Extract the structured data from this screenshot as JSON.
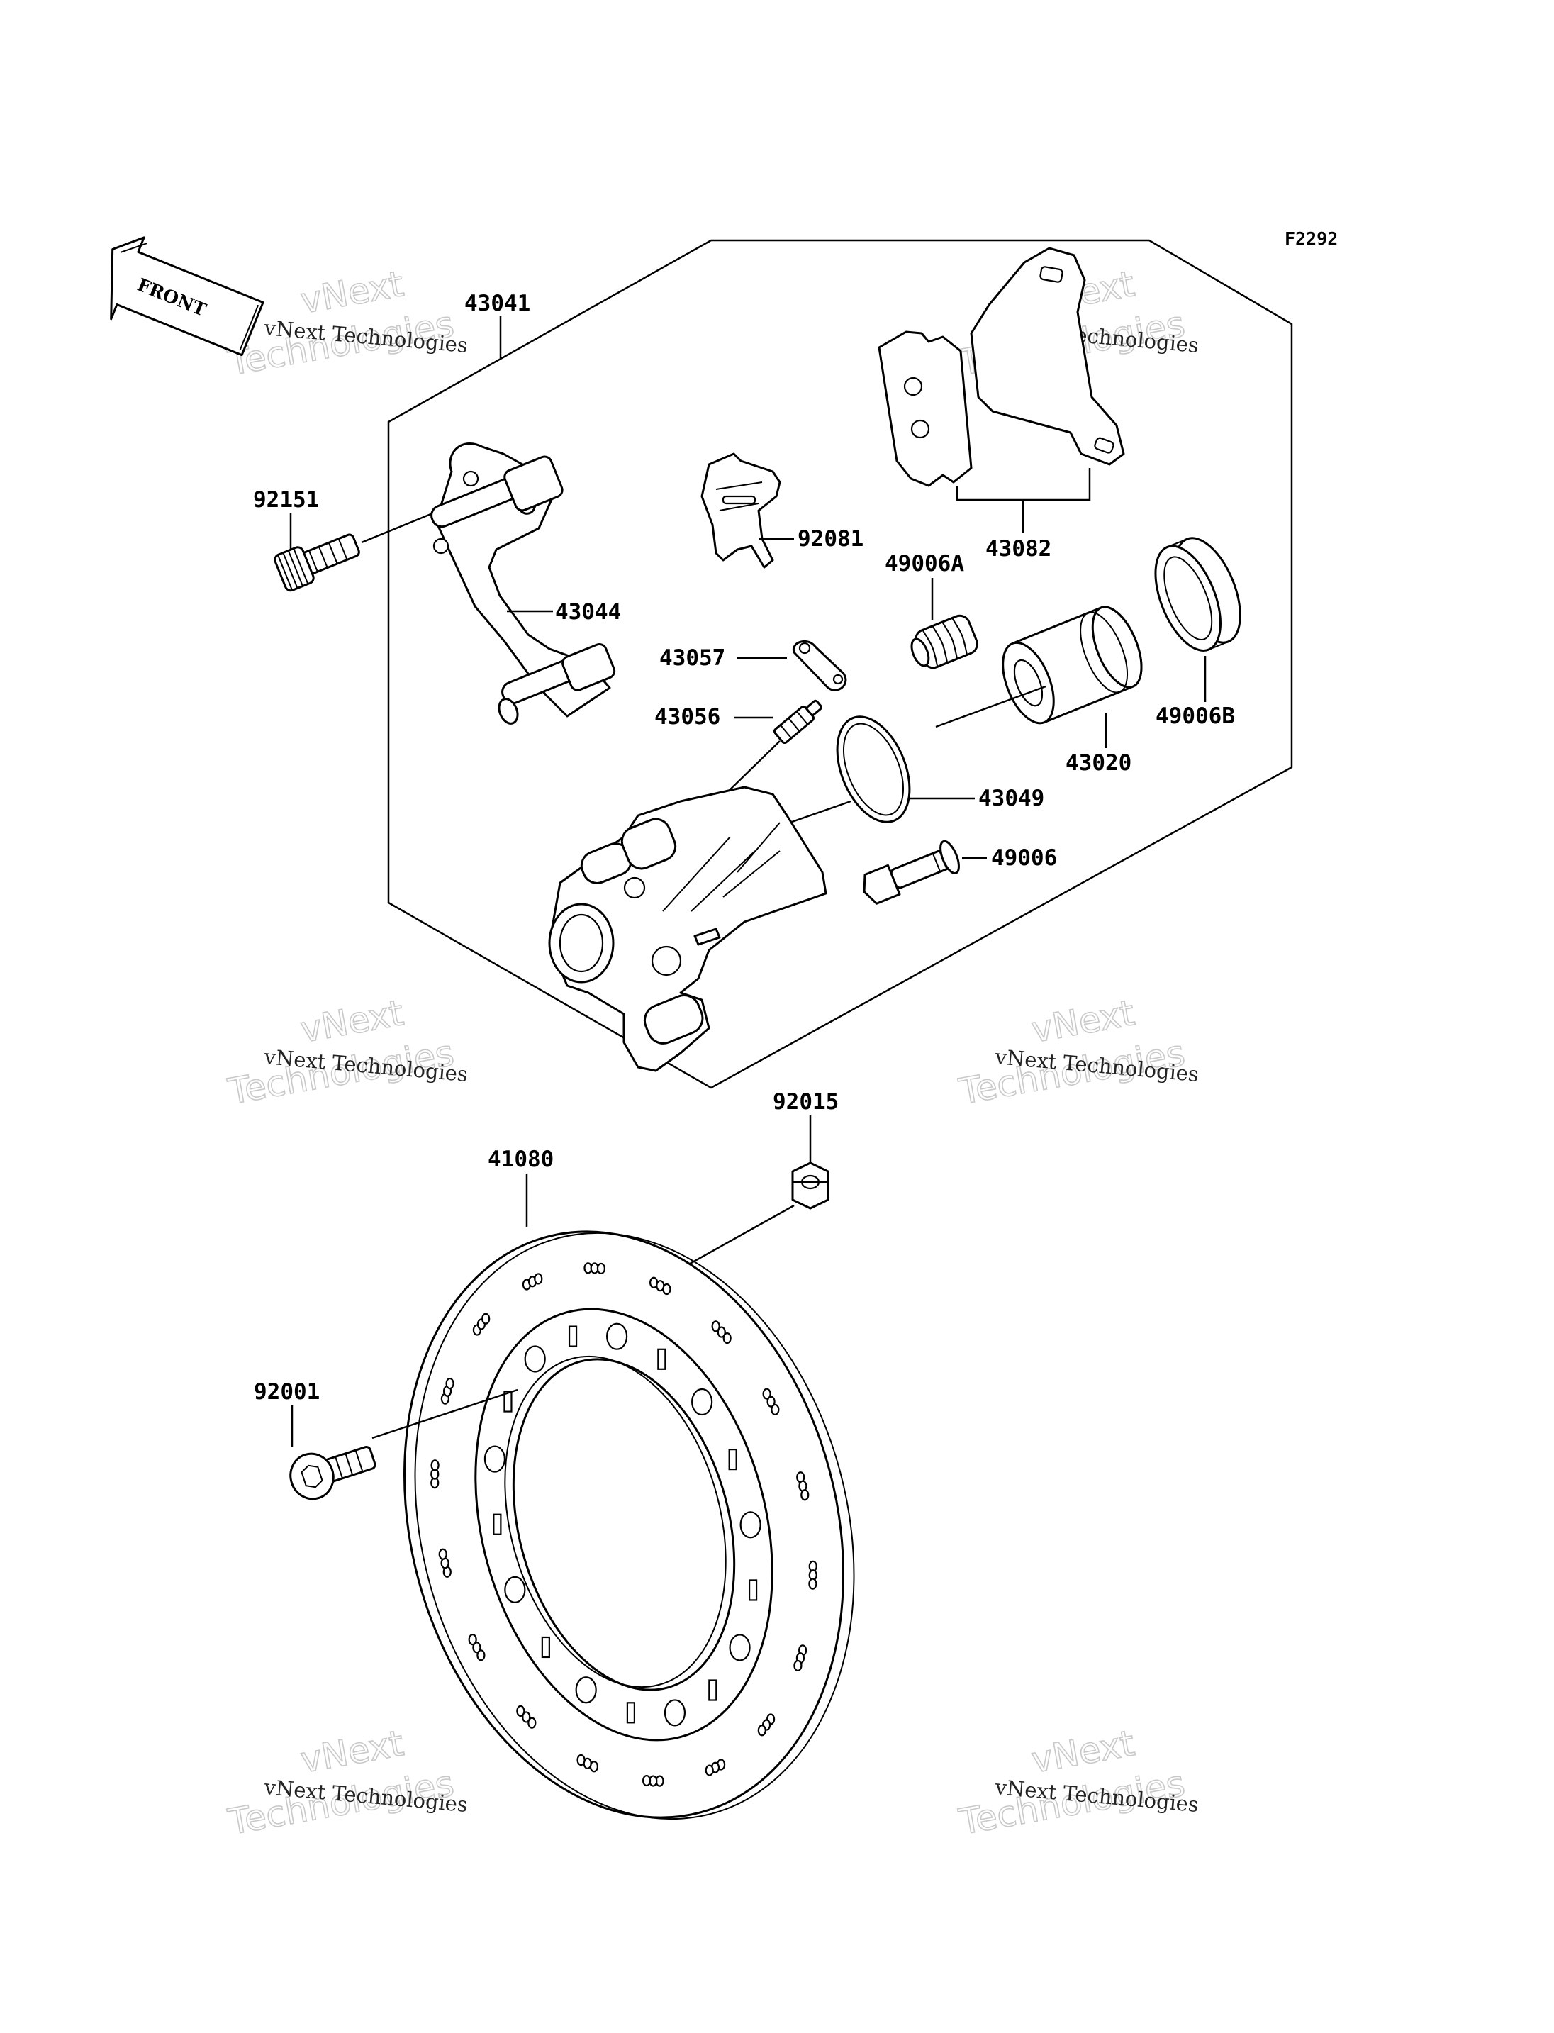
{
  "diagram": {
    "reference_code": "F2292",
    "front_arrow_text": "FRONT",
    "watermark": {
      "line_small": "vNext Technologies",
      "big_top": "vNext",
      "big_bottom": "Technologies"
    },
    "parts": [
      {
        "id": "43041",
        "label": "43041"
      },
      {
        "id": "92151",
        "label": "92151"
      },
      {
        "id": "43044",
        "label": "43044"
      },
      {
        "id": "92081",
        "label": "92081"
      },
      {
        "id": "43082",
        "label": "43082"
      },
      {
        "id": "49006A",
        "label": "49006A"
      },
      {
        "id": "43057",
        "label": "43057"
      },
      {
        "id": "43056",
        "label": "43056"
      },
      {
        "id": "43020",
        "label": "43020"
      },
      {
        "id": "49006B",
        "label": "49006B"
      },
      {
        "id": "43049",
        "label": "43049"
      },
      {
        "id": "49006",
        "label": "49006"
      },
      {
        "id": "92015",
        "label": "92015"
      },
      {
        "id": "41080",
        "label": "41080"
      },
      {
        "id": "92001",
        "label": "92001"
      }
    ]
  }
}
